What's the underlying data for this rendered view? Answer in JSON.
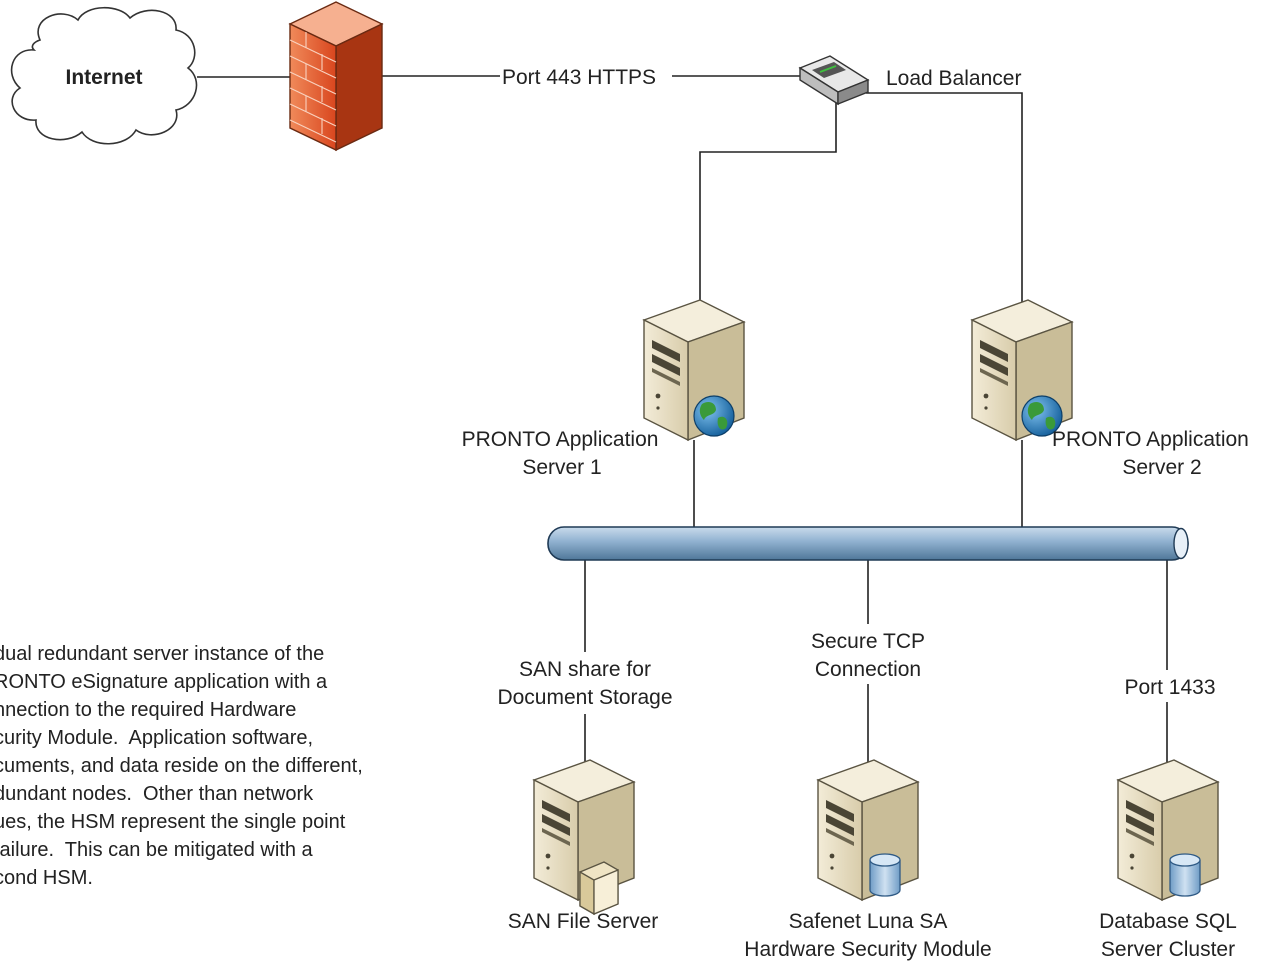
{
  "nodes": {
    "internet": "Internet",
    "load_balancer": "Load Balancer",
    "app_server_1": [
      "PRONTO Application",
      "Server 1"
    ],
    "app_server_2": [
      "PRONTO Application",
      "Server 2"
    ],
    "san_file_server": "SAN File Server",
    "hsm": [
      "Safenet Luna SA",
      "Hardware Security Module"
    ],
    "db_cluster": [
      "Database SQL",
      "Server Cluster"
    ]
  },
  "connections": {
    "firewall_to_lb": "Port 443 HTTPS",
    "bus_to_san": [
      "SAN share for",
      "Document Storage"
    ],
    "bus_to_hsm": [
      "Secure TCP",
      "Connection"
    ],
    "bus_to_db": "Port 1433"
  },
  "note_lines": [
    "dual redundant server instance of the",
    "RONTO eSignature application with a",
    "nnection to the required Hardware",
    "curity Module.  Application software,",
    "cuments, and data reside on the different,",
    "dundant nodes.  Other than network",
    "ues, the HSM represent the single point",
    "failure.  This can be mitigated with a",
    "cond HSM."
  ],
  "icons": {
    "cloud": "cloud-icon",
    "firewall": "firewall-icon",
    "router": "load-balancer-icon",
    "server": "server-tower-icon",
    "globe": "globe-icon",
    "database": "database-cylinder-icon",
    "document": "document-folder-icon"
  },
  "colors": {
    "firewall": "#e8572c",
    "bus": "#8fb0cf",
    "server_body": "#e6dcc0",
    "globe": "#2c7ab5",
    "database": "#a9c7e3"
  }
}
